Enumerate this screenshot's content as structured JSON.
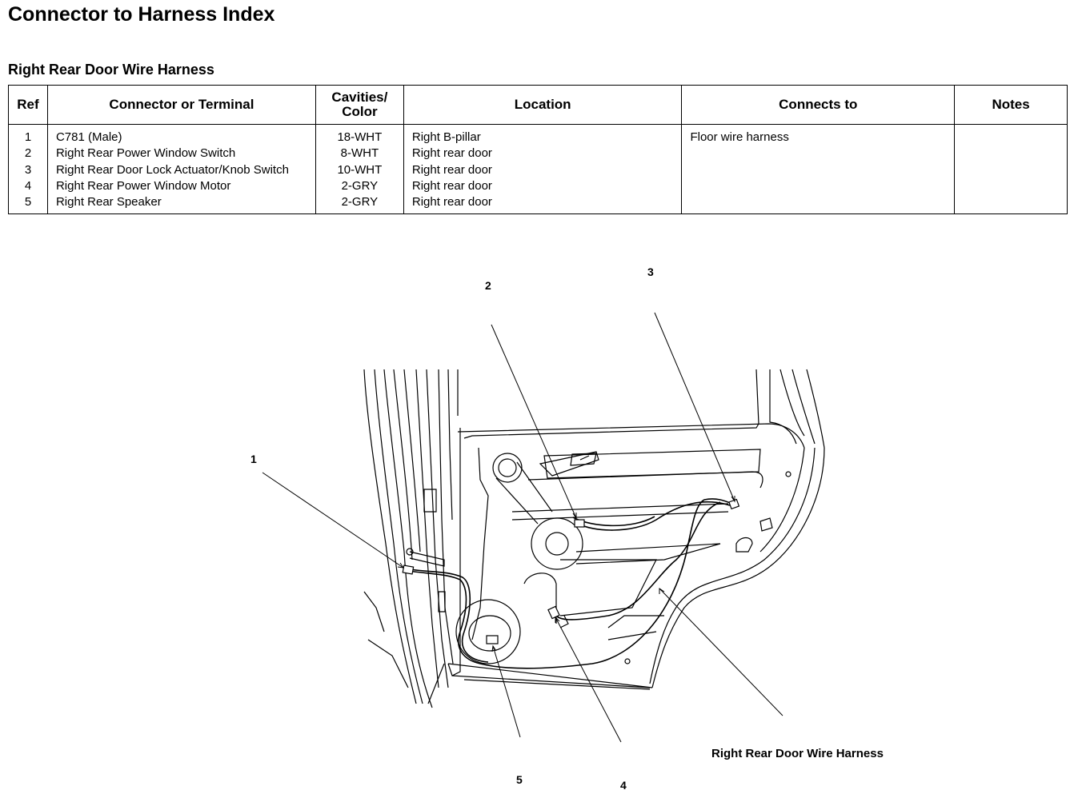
{
  "header": {
    "title": "Connector to Harness Index",
    "subtitle": "Right Rear Door Wire Harness"
  },
  "table": {
    "columns": {
      "ref": "Ref",
      "connector": "Connector or Terminal",
      "cavities_line1": "Cavities/",
      "cavities_line2": "Color",
      "location": "Location",
      "connects_to": "Connects to",
      "notes": "Notes"
    },
    "rows": [
      {
        "ref": "1",
        "connector": "C781 (Male)",
        "cavities": "18-WHT",
        "location": "Right B-pillar",
        "connects_to": "Floor wire harness",
        "notes": ""
      },
      {
        "ref": "2",
        "connector": "Right Rear Power Window Switch",
        "cavities": "8-WHT",
        "location": "Right rear door",
        "connects_to": "",
        "notes": ""
      },
      {
        "ref": "3",
        "connector": "Right Rear Door Lock Actuator/Knob Switch",
        "cavities": "10-WHT",
        "location": "Right rear door",
        "connects_to": "",
        "notes": ""
      },
      {
        "ref": "4",
        "connector": "Right Rear Power Window Motor",
        "cavities": "2-GRY",
        "location": "Right rear door",
        "connects_to": "",
        "notes": ""
      },
      {
        "ref": "5",
        "connector": "Right Rear Speaker",
        "cavities": "2-GRY",
        "location": "Right rear door",
        "connects_to": "",
        "notes": ""
      }
    ]
  },
  "diagram": {
    "callouts": [
      "1",
      "2",
      "3",
      "4",
      "5"
    ],
    "caption": "Right Rear Door Wire Harness"
  }
}
